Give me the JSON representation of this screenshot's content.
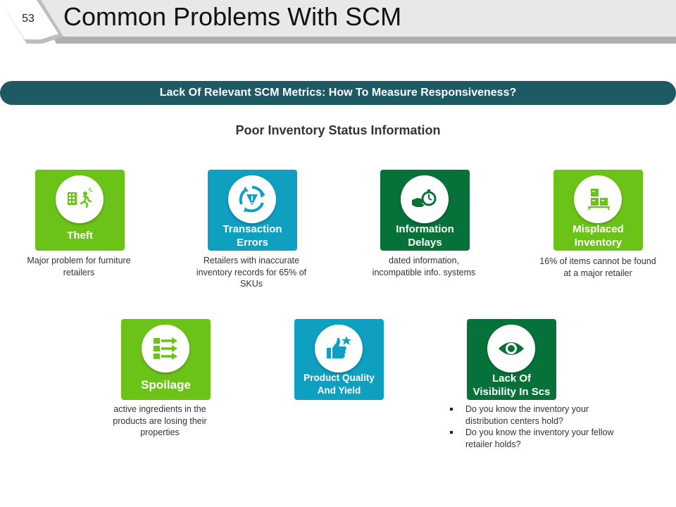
{
  "header": {
    "page_number": "53",
    "title": "Common Problems With SCM"
  },
  "banner": {
    "text": "Lack Of Relevant SCM Metrics: How To Measure Responsiveness?"
  },
  "subtitle": "Poor Inventory Status Information",
  "colors": {
    "lime": "#6cc317",
    "teal": "#0e9fc1",
    "dark_green": "#067239",
    "banner": "#1d5a63"
  },
  "cards": [
    {
      "label": "Theft",
      "icon": "theft-icon",
      "description": "Major problem for furniture retailers"
    },
    {
      "label": "Transaction Errors",
      "icon": "recycle-warning-icon",
      "description": "Retailers with inaccurate inventory records for 65% of SKUs"
    },
    {
      "label": "Information Delays",
      "icon": "hand-stopwatch-icon",
      "description": "dated information, incompatible info. systems"
    },
    {
      "label": "Misplaced Inventory",
      "icon": "boxes-icon",
      "description": "16% of items cannot be found at a major retailer"
    },
    {
      "label": "Spoilage",
      "icon": "list-arrows-icon",
      "description": "active ingredients in the products are losing their properties"
    },
    {
      "label": "Product Quality And Yield",
      "icon": "thumbs-up-star-icon",
      "description": ""
    },
    {
      "label": "Lack Of Visibility In Scs",
      "icon": "eye-icon",
      "bullets": [
        "Do you know the inventory your distribution centers hold?",
        "Do you know the inventory your fellow retailer holds?"
      ]
    }
  ]
}
